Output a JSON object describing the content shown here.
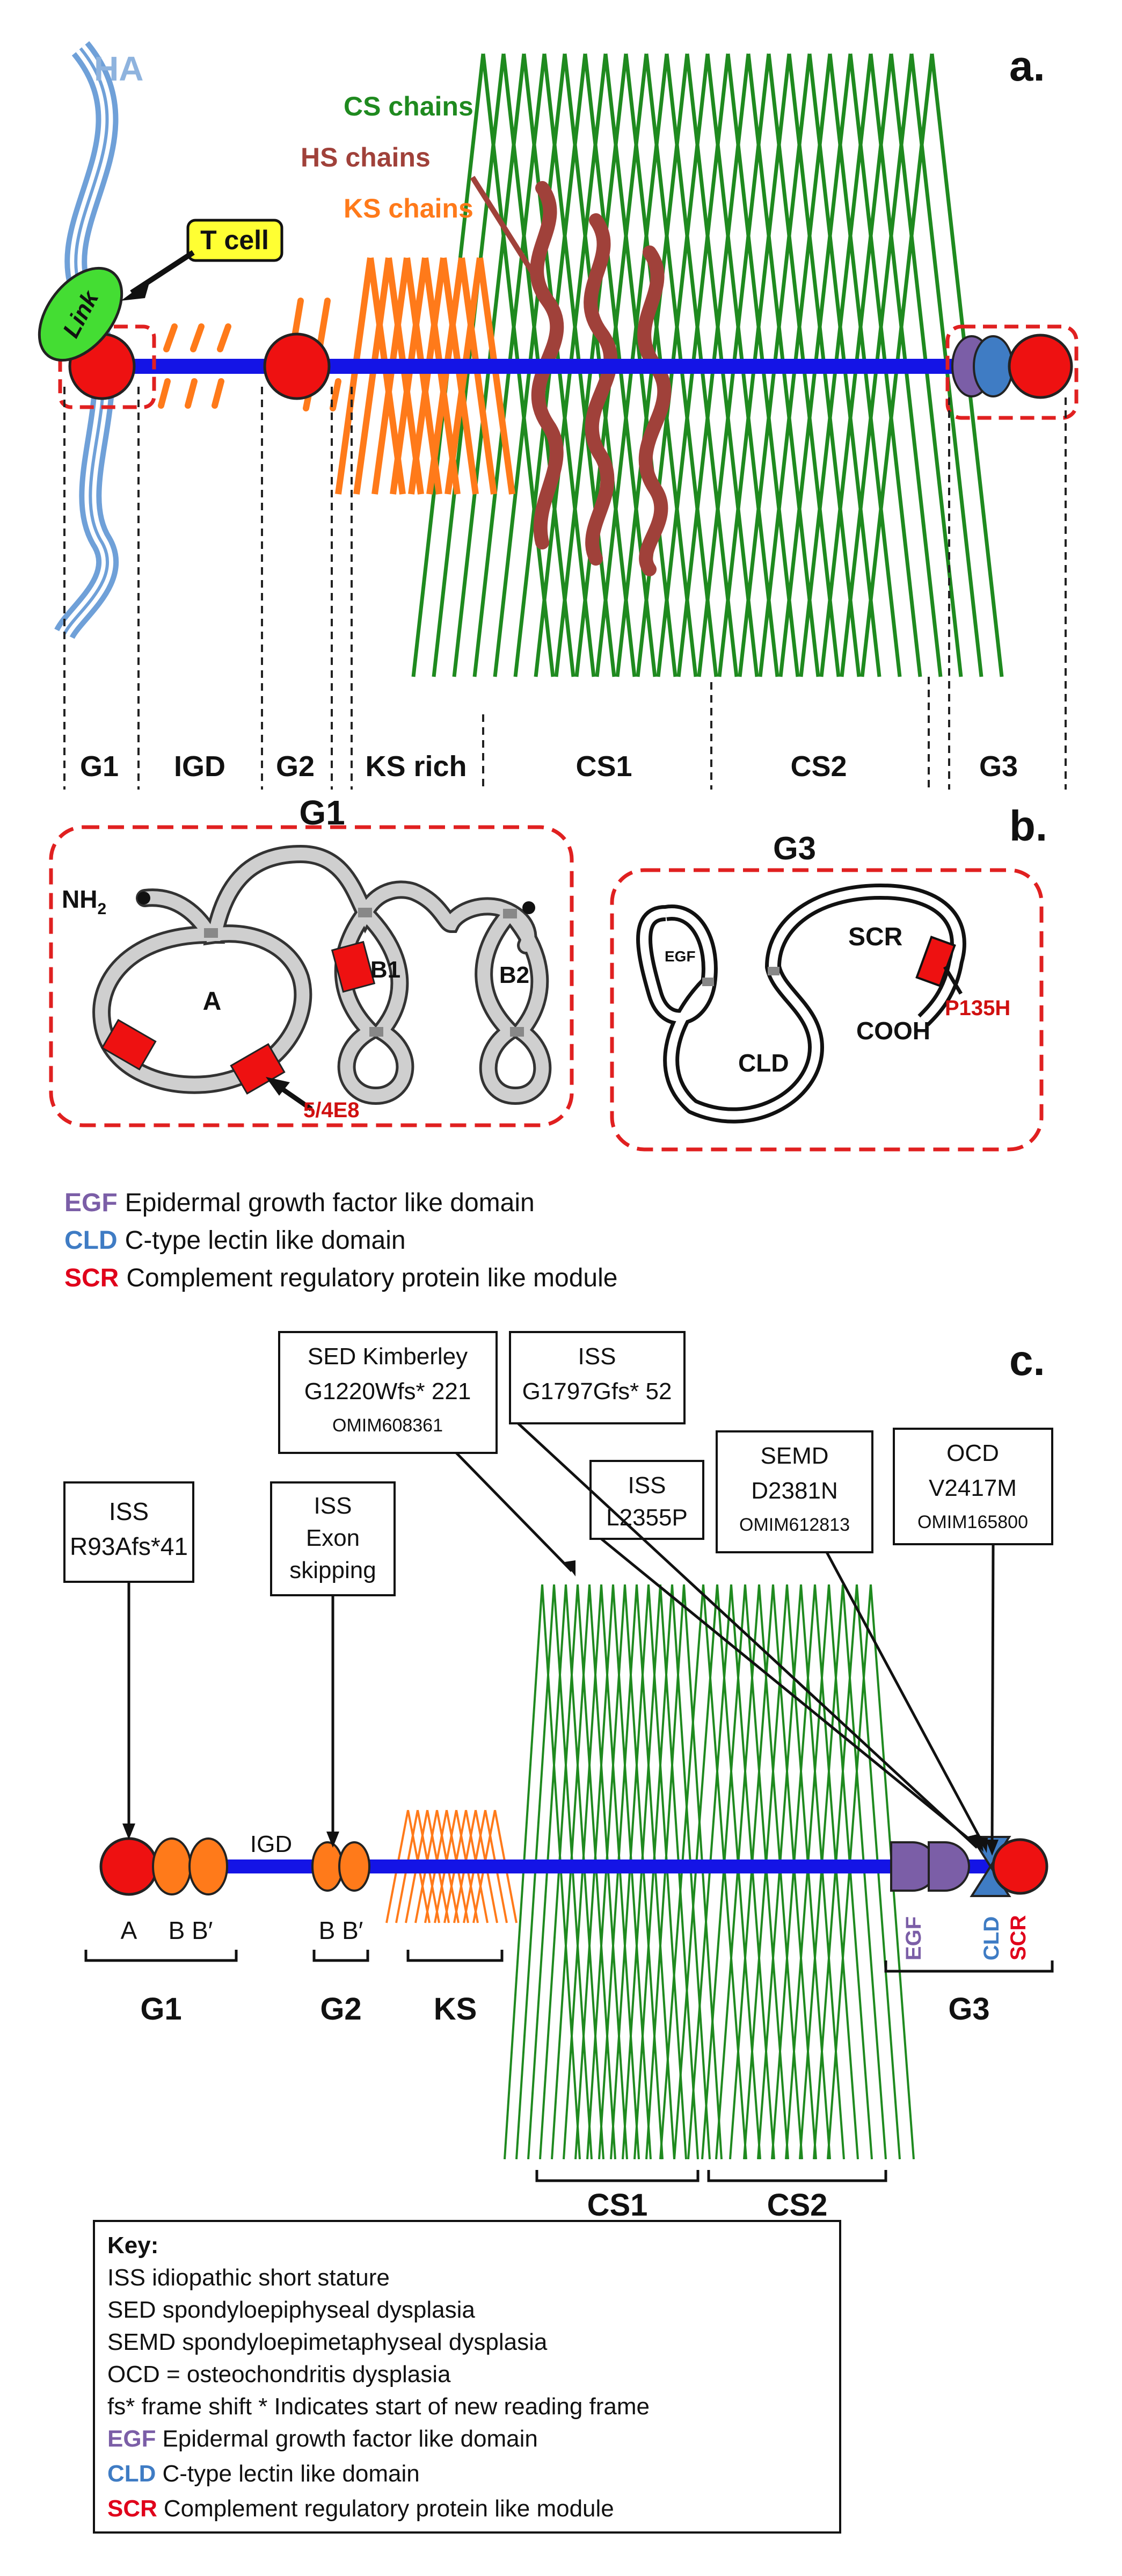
{
  "panels": {
    "a": {
      "label": "a."
    },
    "b": {
      "label": "b."
    },
    "c": {
      "label": "c."
    }
  },
  "panel_a": {
    "ha": "HA",
    "cs_chains": "CS chains",
    "hs_chains": "HS chains",
    "ks_chains": "KS chains",
    "link": "Link",
    "t_cell": "T cell",
    "regions": [
      "G1",
      "IGD",
      "G2",
      "KS rich",
      "CS1",
      "CS2",
      "G3"
    ]
  },
  "panel_b": {
    "g1_title": "G1",
    "g3_title": "G3",
    "nh2": "NH",
    "nh2_sub": "2",
    "loop_a": "A",
    "loop_b1": "B1",
    "loop_b2": "B2",
    "antibody": "5/4E8",
    "egf": "EGF",
    "scr": "SCR",
    "cld": "CLD",
    "cooh": "COOH",
    "mutation": "P135H"
  },
  "legend_b": [
    {
      "abbr": "EGF",
      "text": "Epidermal growth factor like domain",
      "color": "#7b5ea7"
    },
    {
      "abbr": "CLD",
      "text": "C-type lectin like domain",
      "color": "#3f7cc4"
    },
    {
      "abbr": "SCR",
      "text": "Complement regulatory protein like module",
      "color": "#e0001b"
    }
  ],
  "panel_c": {
    "boxes": [
      {
        "lines": [
          "ISS",
          "R93Afs*41"
        ]
      },
      {
        "lines": [
          "ISS",
          "Exon",
          "skipping"
        ]
      },
      {
        "lines": [
          "SED Kimberley",
          "G1220Wfs* 221"
        ],
        "small": "OMIM608361"
      },
      {
        "lines": [
          "ISS",
          "G1797Gfs* 52"
        ]
      },
      {
        "lines": [
          "ISS",
          "L2355P"
        ]
      },
      {
        "lines": [
          "SEMD",
          "D2381N"
        ],
        "small": "OMIM612813"
      },
      {
        "lines": [
          "OCD",
          "V2417M"
        ],
        "small": "OMIM165800"
      }
    ],
    "igd": "IGD",
    "sub_a": "A",
    "sub_bb1": "B B′",
    "sub_bb2": "B B′",
    "g3_egf": "EGF",
    "g3_cld": "CLD",
    "g3_scr": "SCR",
    "regions": [
      "G1",
      "G2",
      "KS",
      "CS1",
      "CS2",
      "G3"
    ]
  },
  "key": {
    "title": "Key:",
    "lines": [
      "ISS idiopathic short stature",
      "SED spondyloepiphyseal dysplasia",
      "SEMD  spondyloepimetaphyseal dysplasia",
      "OCD = osteochondritis dysplasia",
      "fs*  frame shift  * Indicates start of new reading frame"
    ],
    "colored": [
      {
        "abbr": "EGF",
        "text": "Epidermal growth factor like domain",
        "color": "#7b5ea7"
      },
      {
        "abbr": "CLD",
        "text": "C-type lectin like domain",
        "color": "#3f7cc4"
      },
      {
        "abbr": "SCR",
        "text": "Complement regulatory protein like module",
        "color": "#e0001b"
      }
    ]
  },
  "colors": {
    "core": "#1414e6",
    "cs": "#1f8a1f",
    "ks": "#ff7a1a",
    "hs": "#a0413a",
    "g_domain": "#ee1111",
    "ha": "#6fa0d8",
    "link": "#44dd33",
    "tcell": "#ffff33",
    "dash_red": "#e02020",
    "egf": "#7b5ea7",
    "cld": "#3f7cc4"
  }
}
